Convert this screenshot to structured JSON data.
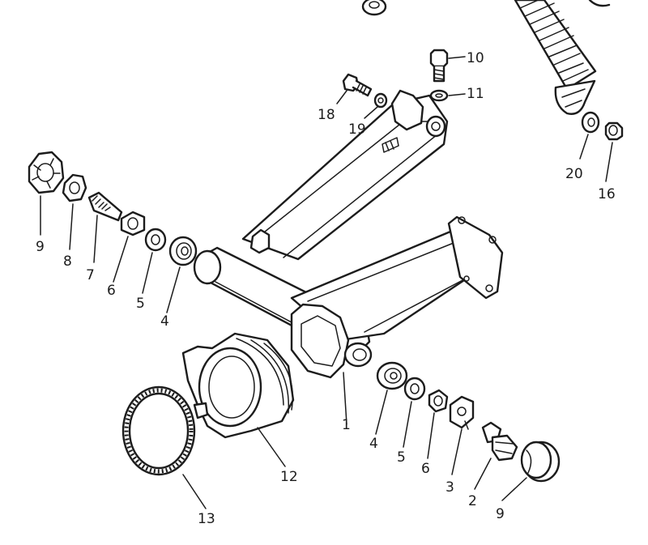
{
  "labels": {
    "p1": "1",
    "p2": "2",
    "p3": "3",
    "p4a": "4",
    "p4b": "4",
    "p5a": "5",
    "p5b": "5",
    "p6a": "6",
    "p6b": "6",
    "p7": "7",
    "p8": "8",
    "p9a": "9",
    "p9b": "9",
    "p10": "10",
    "p11": "11",
    "p12": "12",
    "p13": "13",
    "p16": "16",
    "p18": "18",
    "p19": "19",
    "p20": "20"
  }
}
